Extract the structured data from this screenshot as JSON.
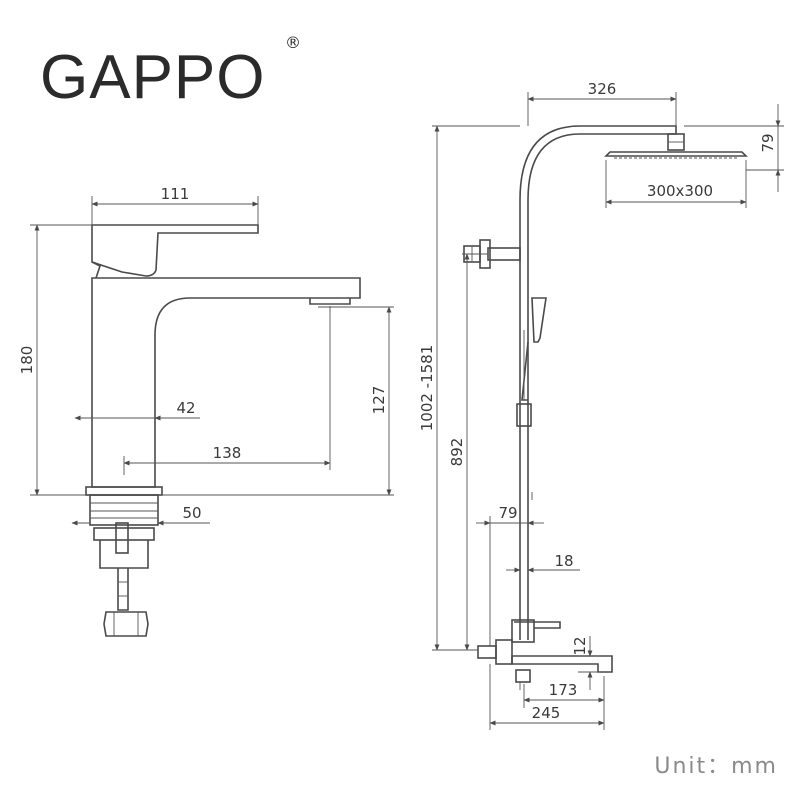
{
  "brand": {
    "name": "GAPPO",
    "registered": "®"
  },
  "unit_label": "Unit：mm",
  "basin_faucet": {
    "width": "111",
    "height": "180",
    "base_offset": "42",
    "spout_reach": "138",
    "spout_height": "127",
    "base_diameter": "50"
  },
  "shower_system": {
    "arm_reach": "326",
    "head_thickness": "79",
    "head_size": "300x300",
    "total_height": "1002 -1581",
    "bar_height": "892",
    "valve_offset": "79",
    "pipe_diameter": "18",
    "spout_gap": "12",
    "spout_reach": "173",
    "valve_width": "245"
  },
  "colors": {
    "line": "#4a4a4a",
    "logo": "#2b2b2b",
    "unit_text": "#8a8a8a"
  }
}
